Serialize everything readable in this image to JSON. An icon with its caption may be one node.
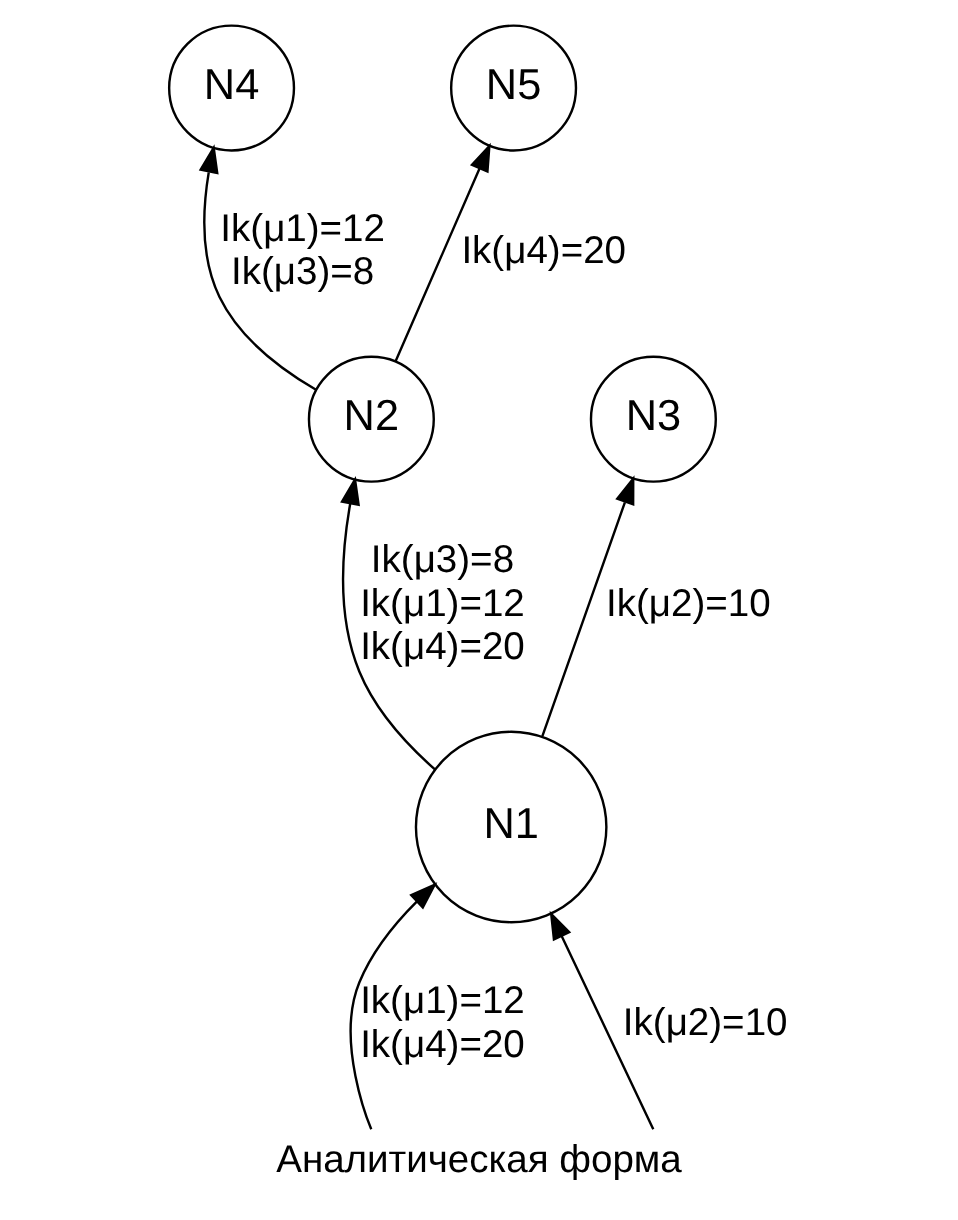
{
  "diagram": {
    "caption": "Аналитическая форма",
    "nodes": [
      {
        "text": [
          "N1"
        ]
      },
      {
        "text": [
          "N2"
        ]
      },
      {
        "text": [
          "N3"
        ]
      },
      {
        "text": [
          "N4"
        ]
      },
      {
        "text": [
          "N5"
        ]
      }
    ],
    "edges": [
      {
        "from": 0,
        "to": 1,
        "arrow": "to",
        "label": "Ik(μ3)=8 Ik(μ1)=12 Ik(μ4)=20"
      },
      {
        "from": 0,
        "to": 2,
        "arrow": "to",
        "label": "Ik(μ2)=10"
      },
      {
        "from": 1,
        "to": 3,
        "arrow": "to",
        "label": "Ik(μ1)=12 Ik(μ3)=8"
      },
      {
        "from": 1,
        "to": 4,
        "arrow": "to",
        "label": "Ik(μ4)=20"
      },
      {
        "from": null,
        "to": 0,
        "arrow": "to",
        "label": "Ik(μ1)=12 Ik(μ4)=20"
      },
      {
        "from": null,
        "to": 0,
        "arrow": "to",
        "label": "Ik(μ2)=10"
      }
    ]
  }
}
